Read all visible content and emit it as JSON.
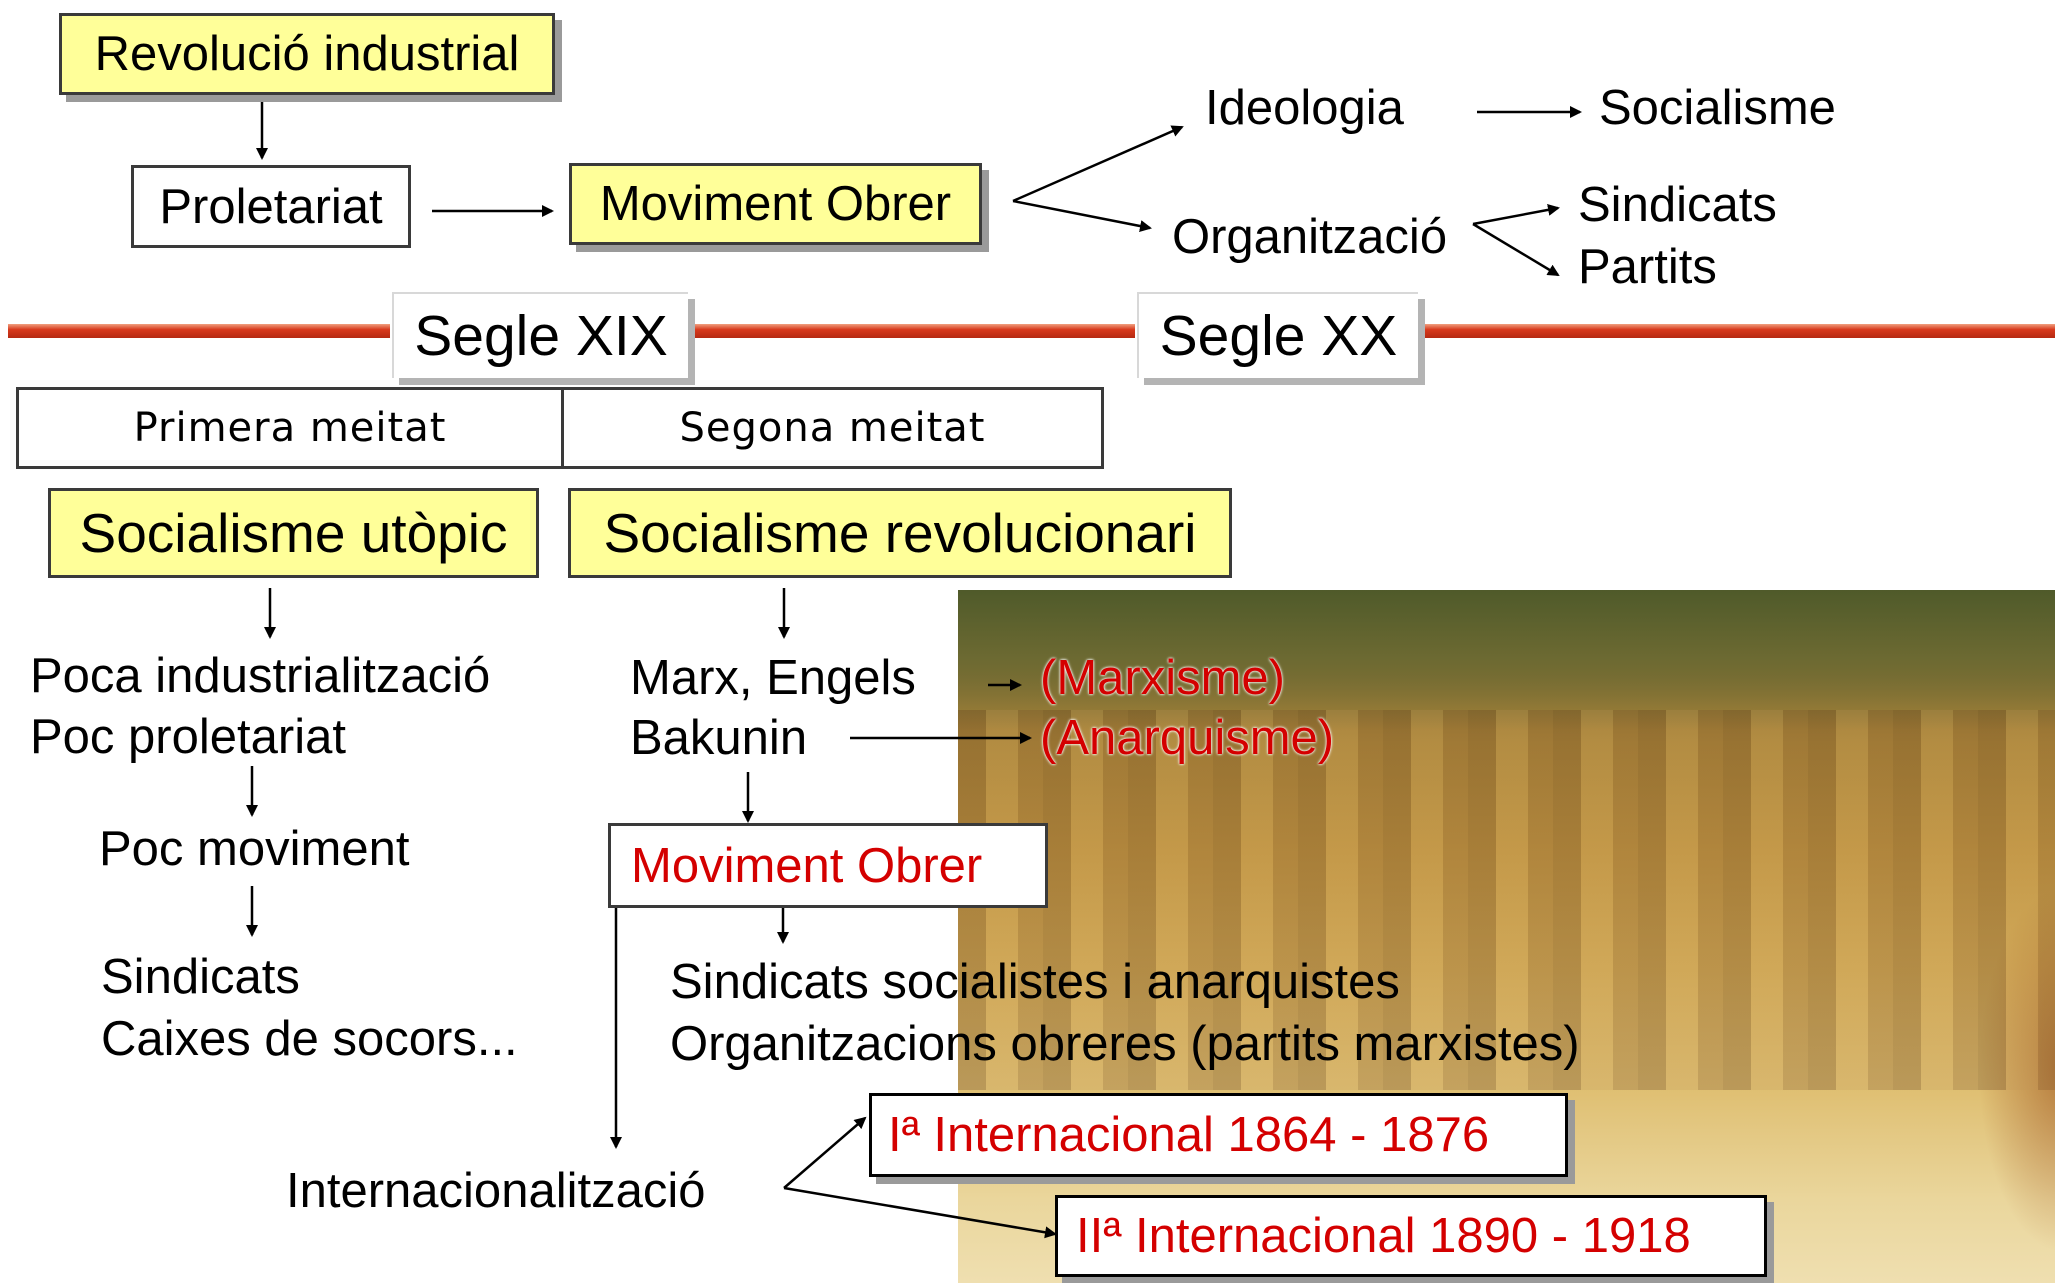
{
  "top": {
    "revolucio": "Revolució industrial",
    "proletariat": "Proletariat",
    "moviment_obrer": "Moviment Obrer",
    "ideologia": "Ideologia",
    "socialisme": "Socialisme",
    "organitzacio": "Organització",
    "sindicats": "Sindicats",
    "partits": "Partits"
  },
  "timeline": {
    "segle_xix": "Segle XIX",
    "segle_xx": "Segle XX",
    "primera_meitat": "Primera meitat",
    "segona_meitat": "Segona meitat",
    "bar_color": "#d8391c"
  },
  "left": {
    "title": "Socialisme utòpic",
    "line1": "Poca industrialització",
    "line2": "Poc proletariat",
    "line3": "Poc moviment",
    "line4": "Sindicats",
    "line5": "Caixes de socors..."
  },
  "right": {
    "title": "Socialisme revolucionari",
    "marx": "Marx, Engels",
    "bakunin": "Bakunin",
    "marxisme": "(Marxisme)",
    "anarquisme": "(Anarquisme)",
    "moviment_obrer": "Moviment Obrer",
    "line1": "Sindicats socialistes i anarquistes",
    "line2": "Organitzacions obreres (partits marxistes)",
    "internacionalitzacio": "Internacionalització",
    "first_int": "Iª Internacional 1864 - 1876",
    "second_int": "IIª Internacional 1890 - 1918"
  },
  "colors": {
    "highlight": "#ffff99",
    "red_text": "#d40000"
  }
}
